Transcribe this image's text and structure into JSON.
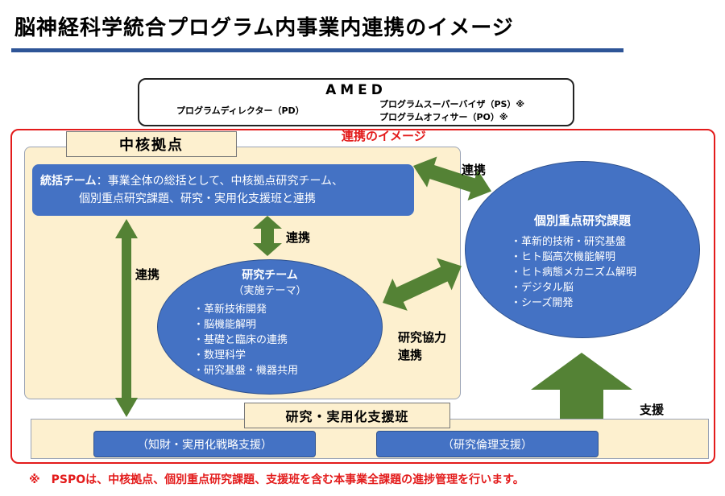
{
  "title": "脳神経科学統合プログラム内事業内連携のイメージ",
  "amed": {
    "name": "AMED",
    "pd": "プログラムディレクター（PD）",
    "ps": "プログラムスーパーバイザ（PS）※",
    "po": "プログラムオフィサー（PO）※"
  },
  "collaboration_label": "連携のイメージ",
  "core_hub": {
    "title": "中核拠点",
    "coordination_team": {
      "name": "統括チーム",
      "line1_rest": "：事業全体の総括として、中核拠点研究チーム、",
      "line2": "個別重点研究課題、研究・実用化支援班と連携"
    },
    "research_team": {
      "title": "研究チーム",
      "subtitle": "（実施テーマ）",
      "items": [
        "革新技術開発",
        "脳機能解明",
        "基礎と臨床の連携",
        "数理科学",
        "研究基盤・機器共用"
      ]
    }
  },
  "priority_projects": {
    "title": "個別重点研究課題",
    "items": [
      "革新的技術・研究基盤",
      "ヒト脳高次機能解明",
      "ヒト病態メカニズム解明",
      "デジタル脳",
      "シーズ開発"
    ]
  },
  "support_group": {
    "title": "研究・実用化支援班",
    "buttons": [
      "（知財・実用化戦略支援）",
      "（研究倫理支援）"
    ]
  },
  "arrow_labels": {
    "coord_to_projects": "連携",
    "coord_to_team": "連携",
    "coord_to_support": "連携",
    "team_to_projects_1": "研究協力",
    "team_to_projects_2": "連携",
    "support_to_projects": "支援"
  },
  "colors": {
    "accent_blue": "#4472c4",
    "arrow_green": "#548235",
    "frame_red": "#e31b1b",
    "panel_cream": "#fdf0cf",
    "title_rule": "#2e5597"
  },
  "footnote": "※　PSPOは、中核拠点、個別重点研究課題、支援班を含む本事業全課題の進捗管理を行います。"
}
